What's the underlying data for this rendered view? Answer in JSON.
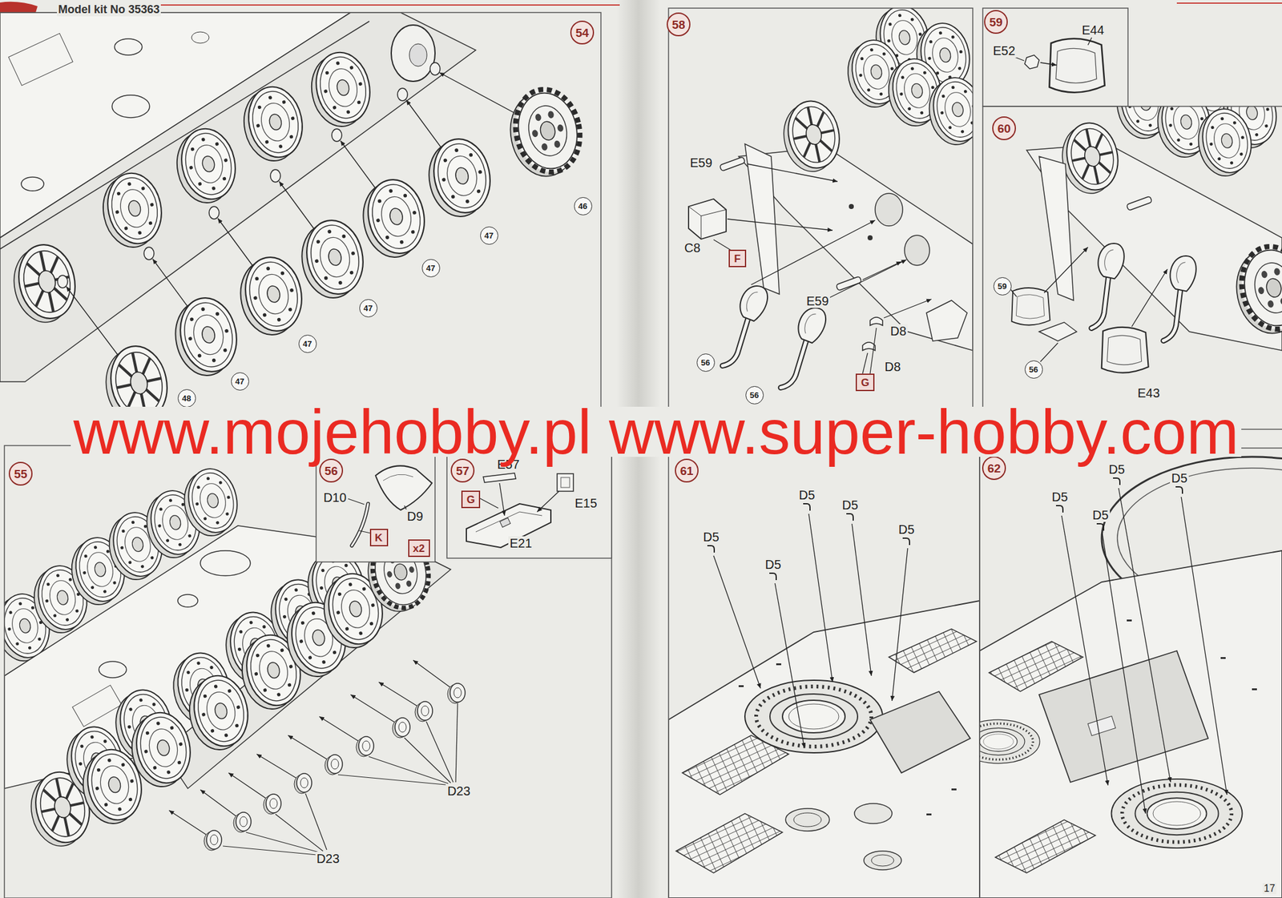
{
  "diagram": {
    "nodes": [
      {
        "text": [
          "54"
        ]
      },
      {
        "text": [
          "46"
        ]
      },
      {
        "text": [
          "47"
        ]
      },
      {
        "text": [
          "47"
        ]
      },
      {
        "text": [
          "47"
        ]
      },
      {
        "text": [
          "47"
        ]
      },
      {
        "text": [
          "47"
        ]
      },
      {
        "text": [
          "48"
        ]
      },
      {
        "text": [
          "55"
        ]
      },
      {
        "text": [
          "56"
        ]
      },
      {
        "text": [
          "K"
        ]
      },
      {
        "text": [
          "x2"
        ]
      },
      {
        "text": [
          "57"
        ]
      },
      {
        "text": [
          "G"
        ]
      },
      {
        "text": [
          "58"
        ]
      },
      {
        "text": [
          "F"
        ]
      },
      {
        "text": [
          "G"
        ]
      },
      {
        "text": [
          "56"
        ]
      },
      {
        "text": [
          "56"
        ]
      },
      {
        "text": [
          "59"
        ]
      },
      {
        "text": [
          "60"
        ]
      },
      {
        "text": [
          "59"
        ]
      },
      {
        "text": [
          "56"
        ]
      },
      {
        "text": [
          "61"
        ]
      },
      {
        "text": [
          "62"
        ]
      }
    ],
    "labels": [
      "Model kit No 35363",
      "D23",
      "D23",
      "D10",
      "D9",
      "E57",
      "E15",
      "E21",
      "E59",
      "C8",
      "E59",
      "D8",
      "D8",
      "E52",
      "E44",
      "E43",
      "D5",
      "D5",
      "D5",
      "D5",
      "D5",
      "D5",
      "D5",
      "D5",
      "D5",
      "www.mojehobby.pl www.super-hobby.com",
      "17"
    ]
  }
}
